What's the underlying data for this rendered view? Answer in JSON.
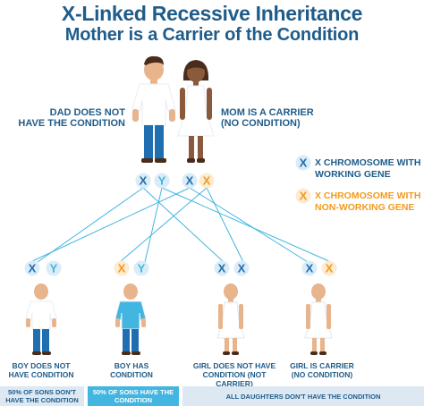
{
  "title": "X-Linked Recessive Inheritance",
  "subtitle": "Mother is a Carrier of the Condition",
  "dad_label": [
    "DAD DOES NOT",
    "HAVE THE CONDITION"
  ],
  "mom_label": [
    "MOM IS A CARRIER",
    "(NO CONDITION)"
  ],
  "chromosome_x": "X",
  "chromosome_y": "Y",
  "legend": [
    {
      "text": [
        "X CHROMOSOME WITH",
        "WORKING GENE"
      ],
      "color": "#1f5c8a",
      "marker_color": "#1f6fb0",
      "marker_bg": "#d9ecf8"
    },
    {
      "text": [
        "X CHROMOSOME WITH",
        "NON-WORKING GENE"
      ],
      "color": "#f39a1e",
      "marker_color": "#f39a1e",
      "marker_bg": "#fdebd2"
    }
  ],
  "children": [
    {
      "label": [
        "BOY DOES NOT",
        "HAVE CONDITION"
      ],
      "chromosomes": [
        "x-working",
        "y"
      ]
    },
    {
      "label": [
        "BOY HAS",
        "CONDITION"
      ],
      "chromosomes": [
        "x-nonworking",
        "y"
      ]
    },
    {
      "label": [
        "GIRL DOES NOT HAVE",
        "CONDITION (NOT CARRIER)"
      ],
      "chromosomes": [
        "x-working",
        "x-working"
      ]
    },
    {
      "label": [
        "GIRL IS CARRIER",
        "(NO CONDITION)"
      ],
      "chromosomes": [
        "x-working",
        "x-nonworking"
      ]
    }
  ],
  "footer": {
    "sons_no": "50% OF SONS DON'T HAVE THE CONDITION",
    "sons_yes": "50% OF SONS HAVE THE CONDITION",
    "daughters": "ALL DAUGHTERS DON'T HAVE THE CONDITION"
  },
  "colors": {
    "title": "#1f5c8a",
    "skin_light": "#e8b48c",
    "skin_dark": "#8a5a3c",
    "hair": "#4a2c1a",
    "shirt_white": "#ffffff",
    "shirt_blue": "#42b6e0",
    "pants": "#1f6fb0",
    "line": "#42b6e0"
  }
}
